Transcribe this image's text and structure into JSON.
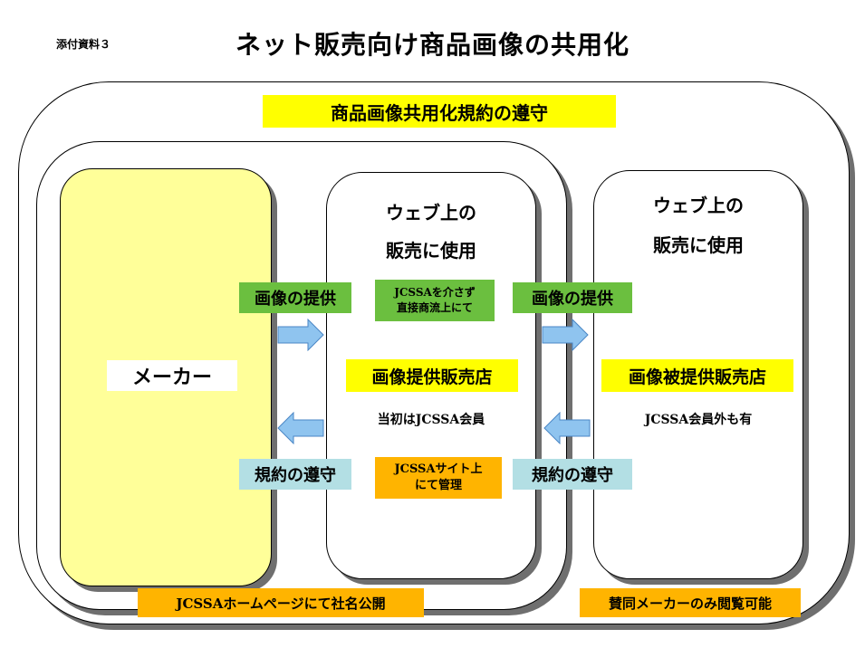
{
  "header": {
    "attachment": "添付資料３",
    "title": "ネット販売向け商品画像の共用化"
  },
  "outer": {
    "label": "商品画像共用化規約の遵守"
  },
  "maker": {
    "label": "メーカー"
  },
  "left_flow": {
    "provide_label": "画像の提供",
    "comply_label": "規約の遵守"
  },
  "web1": {
    "line1": "ウェブ上の",
    "line2": "販売に使用",
    "direct_note_line1": "JCSSAを介さず",
    "direct_note_line2": "直接商流上にて",
    "store_label": "画像提供販売店",
    "member_note": "当初はJCSSA会員",
    "manage_line1": "JCSSAサイト上",
    "manage_line2": "にて管理"
  },
  "middle_flow": {
    "provide_label": "画像の提供",
    "comply_label": "規約の遵守"
  },
  "web2": {
    "line1": "ウェブ上の",
    "line2": "販売に使用",
    "store_label": "画像被提供販売店",
    "member_note": "JCSSA会員外も有"
  },
  "footer": {
    "publish_label": "JCSSAホームページにて社名公開",
    "supporter_label": "賛同メーカーのみ閲覧可能"
  },
  "colors": {
    "yellow": "#ffff00",
    "maker_fill": "#ffff99",
    "green": "#6bbf3f",
    "cyan": "#b3dfe4",
    "orange": "#ffb400",
    "arrow": "#8fc4ef"
  }
}
